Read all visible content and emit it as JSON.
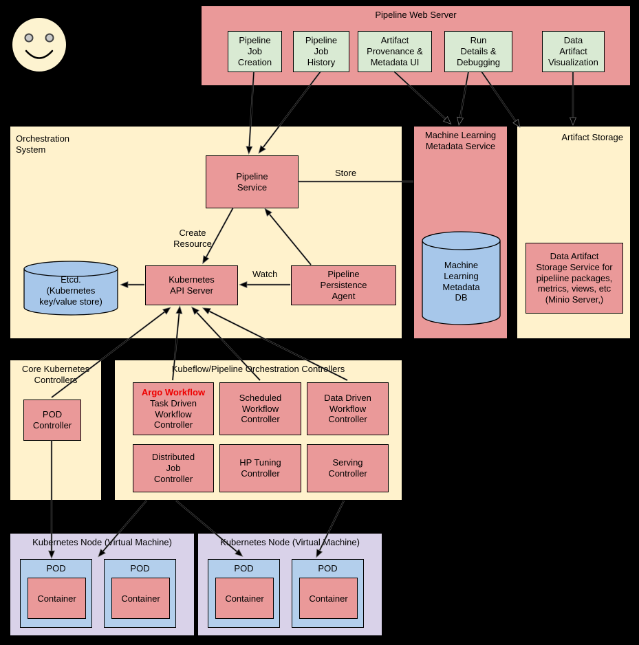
{
  "colors": {
    "background": "#000000",
    "rose": "#ea9999",
    "green": "#d9ead3",
    "cream": "#fff2cc",
    "purple": "#d9d2e9",
    "blue": "#b3cfec",
    "argo_red": "#ee0000"
  },
  "web_server": {
    "title": "Pipeline Web Server",
    "items": [
      "Pipeline\nJob\nCreation",
      "Pipeline\nJob\nHistory",
      "Artifact\nProvenance &\nMetadata UI",
      "Run\nDetails &\nDebugging",
      "Data\nArtifact\nVisualization"
    ]
  },
  "orchestration": {
    "title": "Orchestration\nSystem",
    "pipeline_service": "Pipeline\nService",
    "kubernetes_api_server": "Kubernetes\nAPI Server",
    "persistence_agent": "Pipeline\nPersistence\nAgent",
    "etcd": "Etcd.\n(Kubernetes\nkey/value store)",
    "labels": {
      "store": "Store",
      "create_resource": "Create\nResource",
      "watch": "Watch"
    }
  },
  "ml_metadata": {
    "title": "Machine Learning\nMetadata Service",
    "db": "Machine\nLearning\nMetadata\nDB"
  },
  "artifact_storage": {
    "title": "Artifact Storage",
    "service": "Data Artifact\nStorage Service for\npipeliine packages,\nmetrics, views, etc\n(Minio Server,)"
  },
  "core_controllers": {
    "title": "Core Kubernetes\nControllers",
    "pod_controller": "POD\nController"
  },
  "kubeflow_controllers": {
    "title": "Kubeflow/Pipeline Orchestration Controllers",
    "argo_title": "Argo Workflow",
    "argo_body": "Task Driven\nWorkflow\nController",
    "scheduled": "Scheduled\nWorkflow\nController",
    "data_driven": "Data Driven\nWorkflow\nController",
    "distributed": "Distributed\nJob\nController",
    "hp_tuning": "HP Tuning\nController",
    "serving": "Serving\nController"
  },
  "nodes": {
    "node1_title": "Kubernetes Node (Virtual Machine)",
    "node2_title": "Kubernetes Node (Virtual Machine)",
    "pod": "POD",
    "container": "Container"
  }
}
